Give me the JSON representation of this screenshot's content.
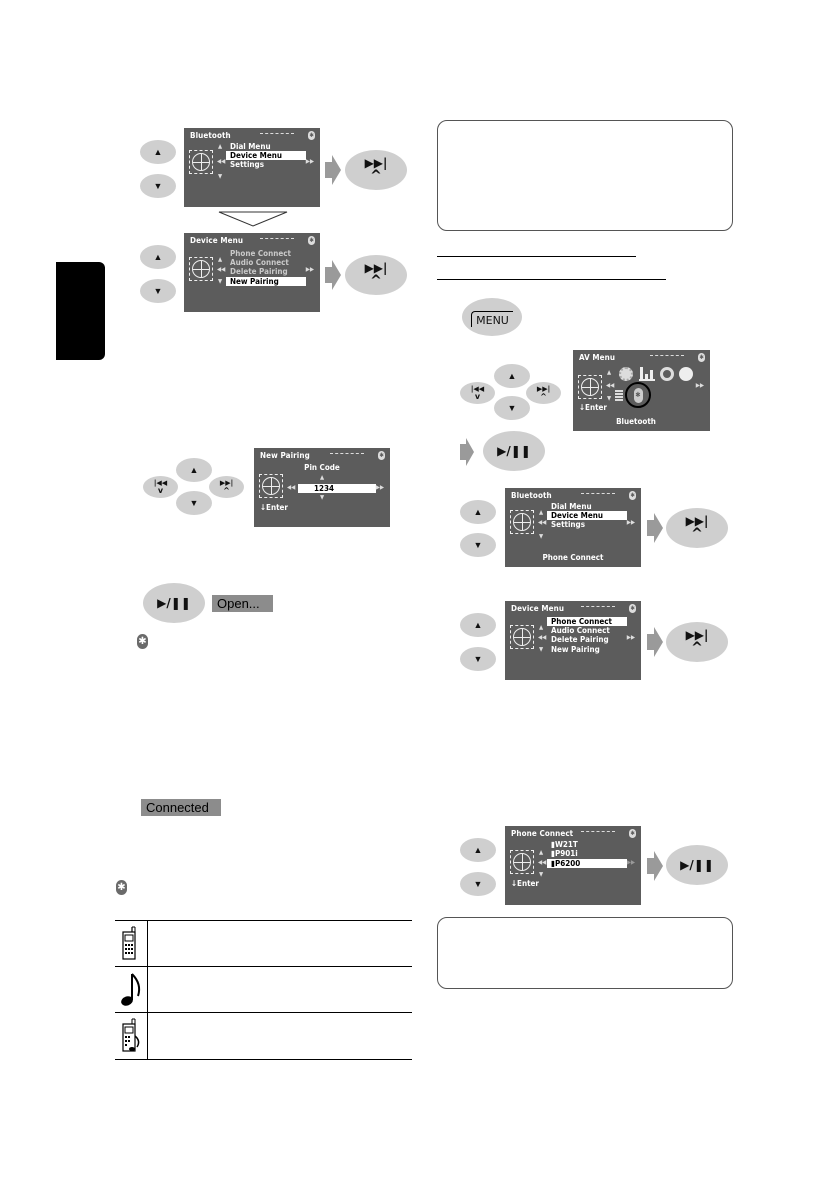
{
  "side_tab": {
    "label": ""
  },
  "left": {
    "step1": {
      "screen": {
        "title": "Bluetooth",
        "items": [
          {
            "label": "Dial Menu",
            "state": "normal"
          },
          {
            "label": "Device Menu",
            "state": "selected"
          },
          {
            "label": "Settings",
            "state": "normal"
          }
        ]
      },
      "buttons": {
        "up": "▲",
        "down": "▼",
        "next_line1": "▶▶|",
        "next_line2": "^"
      }
    },
    "step2": {
      "screen": {
        "title": "Device Menu",
        "items": [
          {
            "label": "Phone Connect",
            "state": "dim"
          },
          {
            "label": "Audio Connect",
            "state": "dim"
          },
          {
            "label": "Delete Pairing",
            "state": "dim"
          },
          {
            "label": "New Pairing",
            "state": "selected"
          }
        ]
      }
    },
    "pin_screen": {
      "title": "New Pairing",
      "subtitle": "Pin Code",
      "value": "1234",
      "enter_label": "Enter"
    },
    "four_way": {
      "prev_line1": "|◀◀",
      "prev_line2": "v",
      "up": "▲",
      "down": "▼",
      "next_line1": "▶▶|",
      "next_line2": "^"
    },
    "play_button": {
      "label": "▶/❚❚"
    },
    "open_status": {
      "label": "Open..."
    },
    "bt_icon_1": {
      "glyph": "✱"
    },
    "connected_status": {
      "label": "Connected"
    },
    "bt_icon_2": {
      "glyph": "✱"
    },
    "icon_table": {
      "rows": [
        {
          "icon": "phone-icon",
          "text": ""
        },
        {
          "icon": "music-note-icon",
          "text": ""
        },
        {
          "icon": "phone-audio-icon",
          "text": ""
        }
      ]
    }
  },
  "right": {
    "note_box_top": {
      "text": ""
    },
    "underlines": [
      "",
      ""
    ],
    "menu_button": {
      "label": "MENU"
    },
    "av_menu_screen": {
      "title": "AV Menu",
      "selected_label": "Bluetooth",
      "enter_label": "Enter"
    },
    "four_way": {
      "prev_line1": "|◀◀",
      "prev_line2": "v",
      "up": "▲",
      "down": "▼",
      "next_line1": "▶▶|",
      "next_line2": "^"
    },
    "play_button": {
      "label": "▶/❚❚"
    },
    "bt_screen": {
      "title": "Bluetooth",
      "items": [
        {
          "label": "Dial Menu",
          "state": "normal"
        },
        {
          "label": "Device Menu",
          "state": "selected"
        },
        {
          "label": "Settings",
          "state": "normal"
        }
      ],
      "footer": "Phone Connect"
    },
    "device_screen": {
      "title": "Device Menu",
      "items": [
        {
          "label": "Phone Connect",
          "state": "selected"
        },
        {
          "label": "Audio Connect",
          "state": "normal"
        },
        {
          "label": "Delete Pairing",
          "state": "normal"
        },
        {
          "label": "New Pairing",
          "state": "normal"
        }
      ]
    },
    "phone_connect_screen": {
      "title": "Phone Connect",
      "items": [
        {
          "label": "W21T",
          "state": "normal"
        },
        {
          "label": "P901i",
          "state": "normal"
        },
        {
          "label": "P6200",
          "state": "selected"
        }
      ],
      "enter_label": "Enter"
    },
    "note_box_bottom": {
      "text": ""
    },
    "buttons": {
      "up": "▲",
      "down": "▼",
      "next_line1": "▶▶|",
      "next_line2": "^",
      "play": "▶/❚❚"
    }
  },
  "colors": {
    "lcd_bg": "#5c5c5c",
    "button_bg": "#cfcfcf",
    "arrow": "#9a9a9a",
    "status_bg": "#8c8c8c"
  }
}
